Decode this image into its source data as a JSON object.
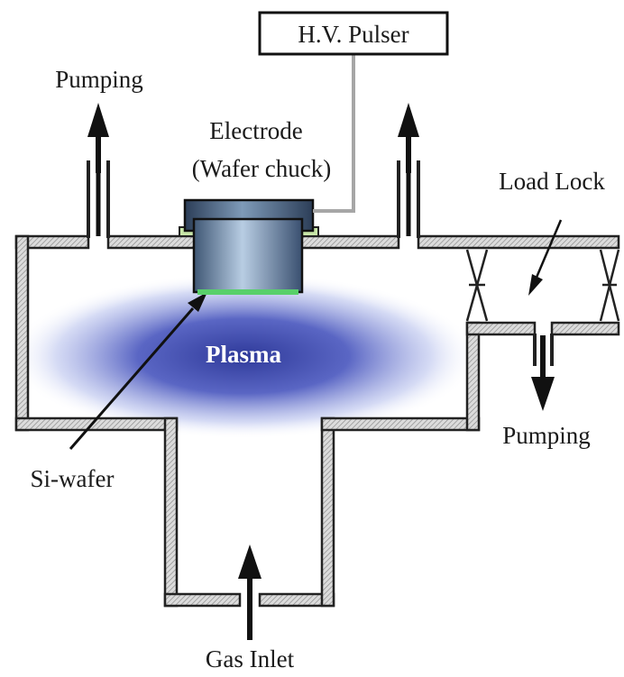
{
  "labels": {
    "hv_pulser": "H.V. Pulser",
    "pumping_left": "Pumping",
    "electrode_line1": "Electrode",
    "electrode_line2": "(Wafer chuck)",
    "load_lock": "Load Lock",
    "plasma": "Plasma",
    "pumping_right": "Pumping",
    "si_wafer": "Si-wafer",
    "gas_inlet": "Gas Inlet"
  },
  "colors": {
    "wall_outline": "#222222",
    "wall_fill": "#d9d9d9",
    "hatch": "#8c8c8c",
    "electrode_dark": "#3f5775",
    "electrode_light": "#b8cde3",
    "plasma_core": "#2f3a9a",
    "plasma_glow": "#9aa7e6",
    "wafer": "#58d06a",
    "insulator": "#c8e6a8",
    "wire": "#a6a6a6"
  }
}
